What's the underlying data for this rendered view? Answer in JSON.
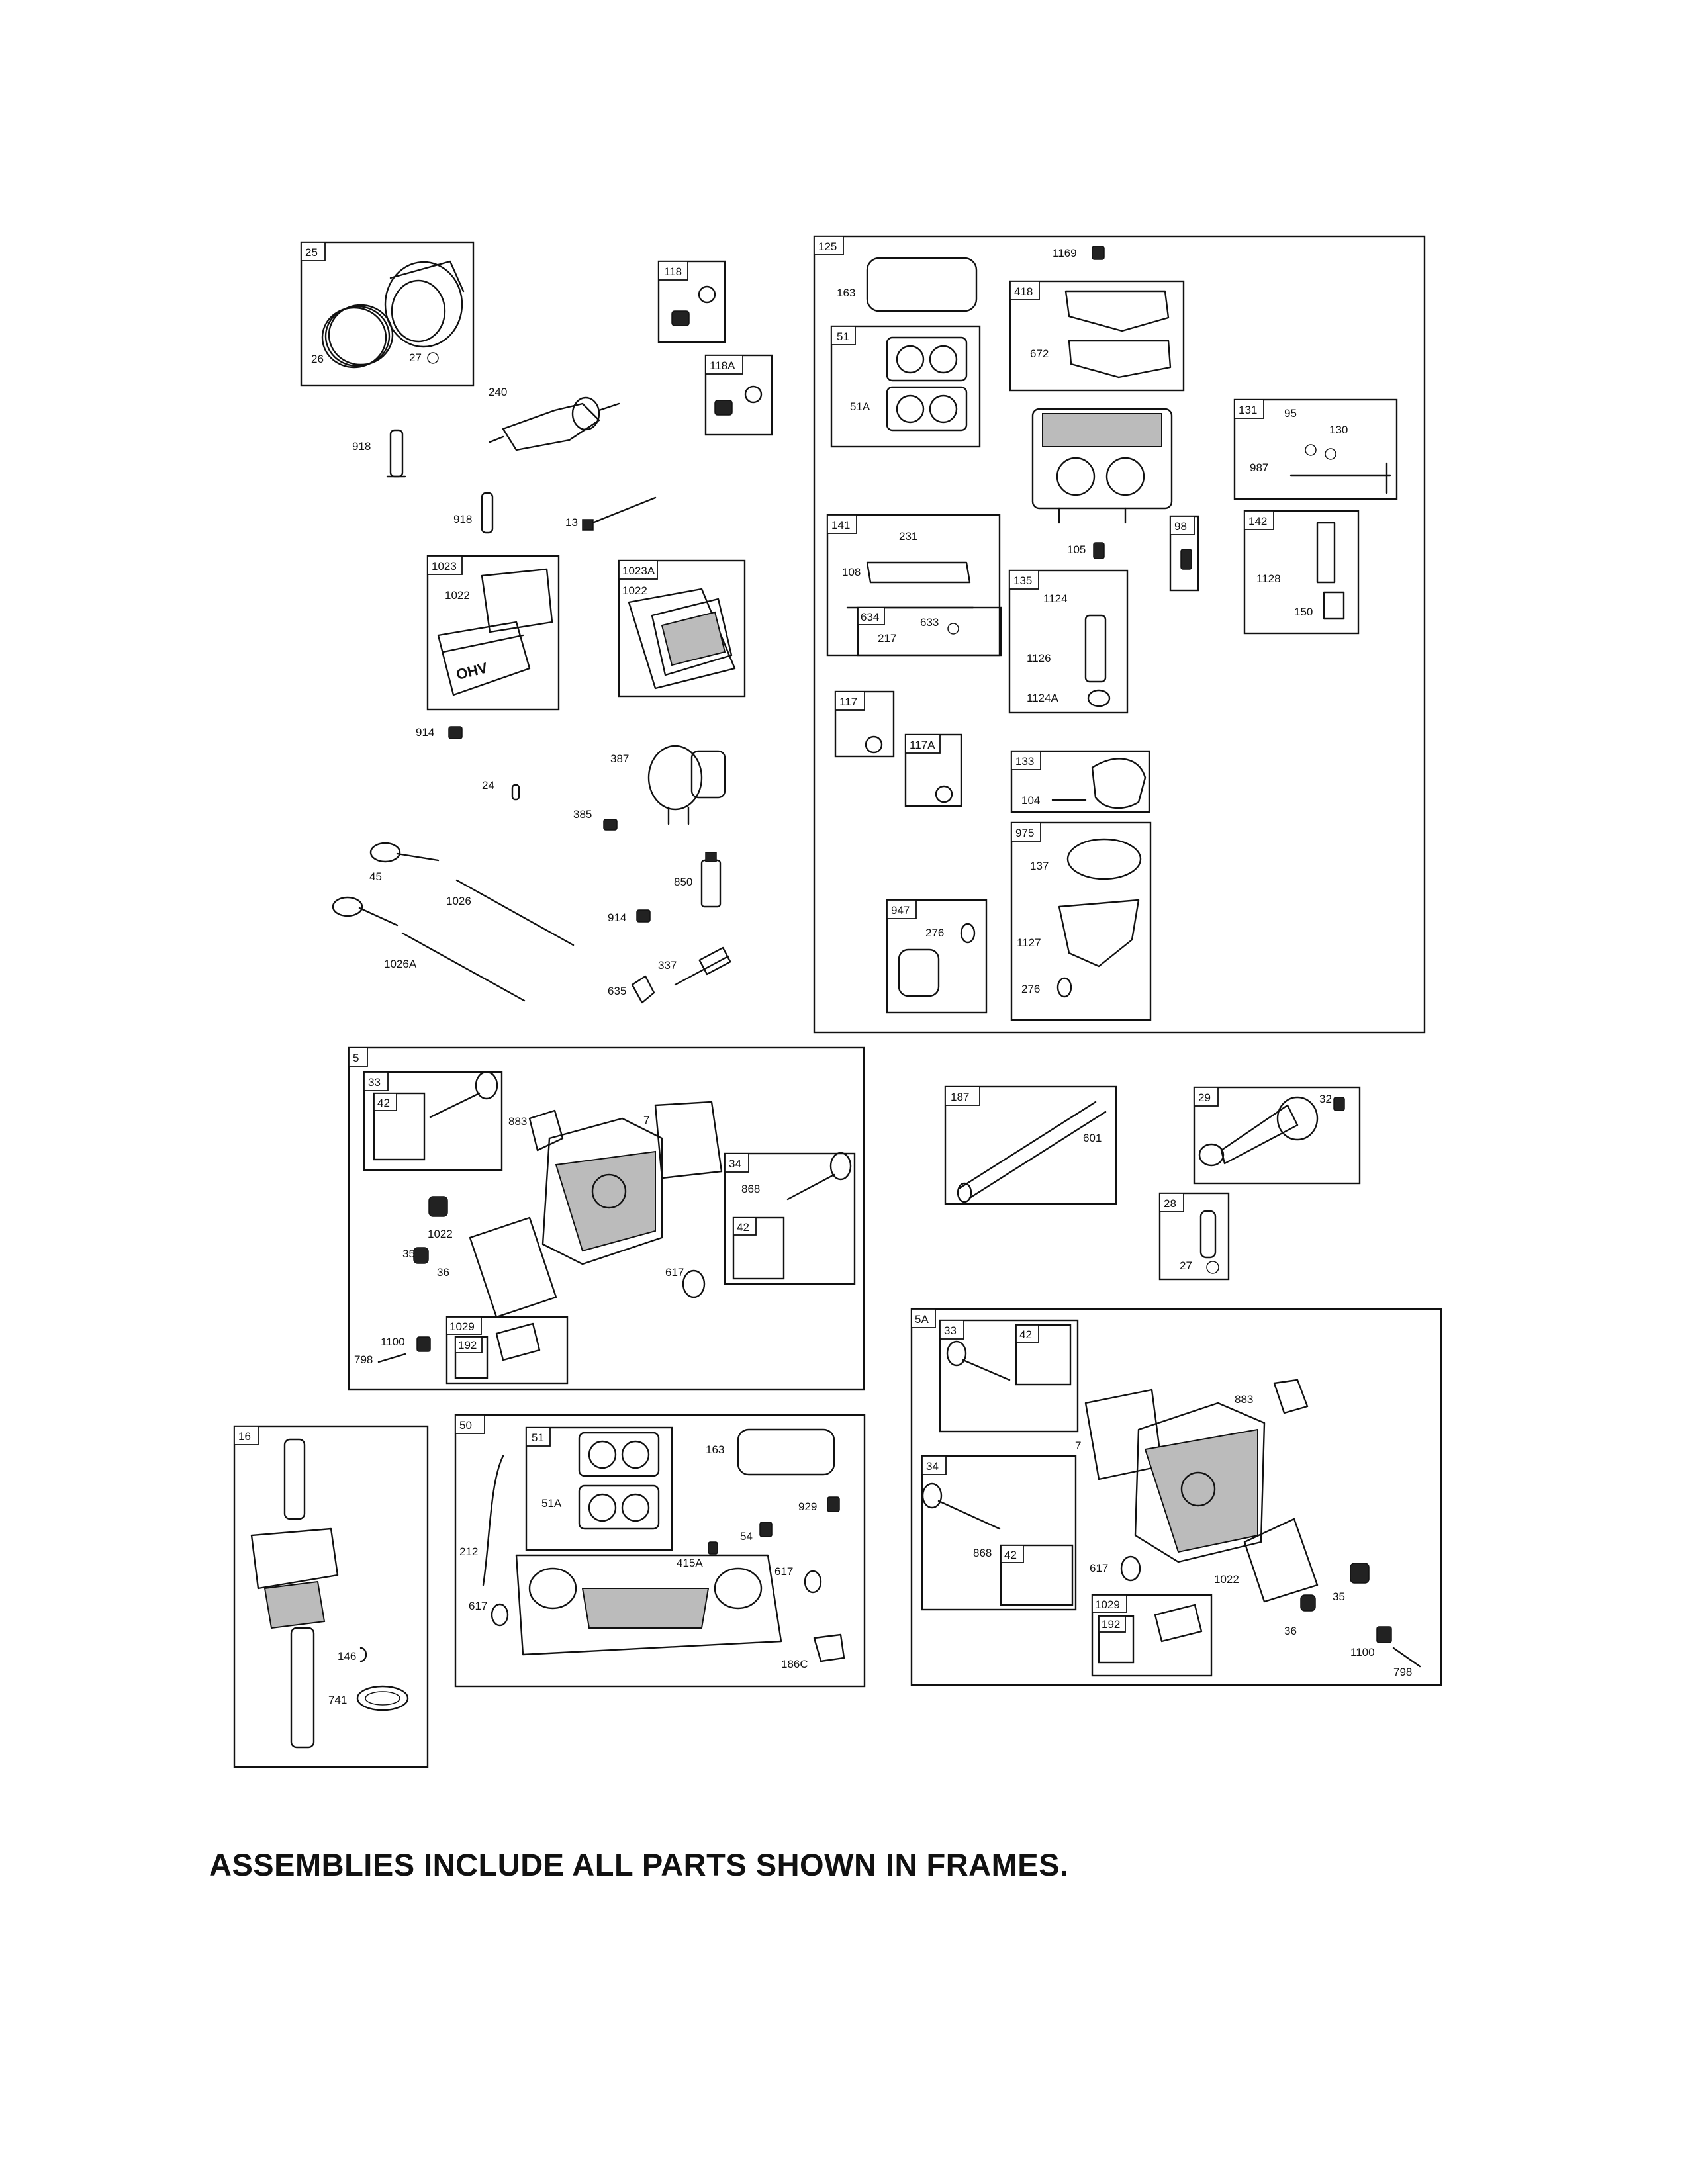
{
  "footer_note": "ASSEMBLIES INCLUDE ALL PARTS SHOWN IN FRAMES.",
  "frame_tags": {
    "f25": "25",
    "f118": "118",
    "f118a": "118A",
    "f1023": "1023",
    "f1023a": "1023A",
    "f125": "125",
    "f51top": "51",
    "f418": "418",
    "f131": "131",
    "f141": "141",
    "f634": "634",
    "f98": "98",
    "f142": "142",
    "f135": "135",
    "f117": "117",
    "f117a": "117A",
    "f133": "133",
    "f975": "975",
    "f947": "947",
    "f5": "5",
    "f33a": "33",
    "f42a": "42",
    "f34a": "34",
    "f42b": "42",
    "f1029a": "1029",
    "f192a": "192",
    "f187": "187",
    "f29": "29",
    "f28": "28",
    "f16": "16",
    "f50": "50",
    "f51b": "51",
    "f5a": "5A",
    "f33b": "33",
    "f42c": "42",
    "f34b": "34",
    "f42d": "42",
    "f1029b": "1029",
    "f192b": "192"
  },
  "part_labels": {
    "p26": "26",
    "p27a": "27",
    "p240": "240",
    "p918a": "918",
    "p918b": "918",
    "p13": "13",
    "p1022a": "1022",
    "p1022b": "1022",
    "p914a": "914",
    "p24": "24",
    "p387": "387",
    "p385": "385",
    "p45": "45",
    "p1026": "1026",
    "p1026a": "1026A",
    "p850": "850",
    "p914b": "914",
    "p337": "337",
    "p635": "635",
    "p163a": "163",
    "p1169": "1169",
    "p672": "672",
    "p51a": "51A",
    "p95": "95",
    "p130": "130",
    "p987": "987",
    "p231": "231",
    "p108": "108",
    "p217": "217",
    "p633": "633",
    "p105": "105",
    "p1124": "1124",
    "p1126": "1126",
    "p1124a": "1124A",
    "p1128": "1128",
    "p150": "150",
    "p104": "104",
    "p137": "137",
    "p276a": "276",
    "p1127": "1127",
    "p276b": "276",
    "p883a": "883",
    "p7a": "7",
    "p868a": "868",
    "p1022c": "1022",
    "p35a": "35",
    "p36a": "36",
    "p617a": "617",
    "p1100a": "1100",
    "p798a": "798",
    "p601": "601",
    "p32": "32",
    "p27b": "27",
    "p146": "146",
    "p741": "741",
    "p163b": "163",
    "p51ab": "51A",
    "p929": "929",
    "p54": "54",
    "p212": "212",
    "p415a": "415A",
    "p617b": "617",
    "p617c": "617",
    "p186c": "186C",
    "p883b": "883",
    "p7b": "7",
    "p868b": "868",
    "p617d": "617",
    "p1022d": "1022",
    "p35b": "35",
    "p36b": "36",
    "p1100b": "1100",
    "p798b": "798"
  }
}
